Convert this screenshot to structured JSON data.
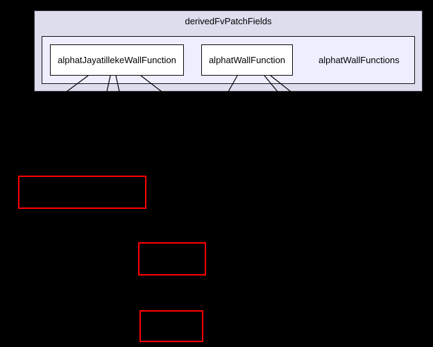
{
  "diagram": {
    "background_color": "#000000",
    "outer_cluster": {
      "label": "derivedFvPatchFields",
      "fill": "#ddddee",
      "border_color": "#3b3b46"
    },
    "inner_cluster": {
      "label": "alphatWallFunctions",
      "fill": "#eeeeff",
      "border_color": "#101018"
    },
    "nodes": [
      {
        "label": "alphatJayatillekeWallFunction",
        "fill": "#ffffff"
      },
      {
        "label": "alphatWallFunction",
        "fill": "#ffffff"
      }
    ],
    "truncated_nodes": [
      {
        "border_color": "#ff0000"
      },
      {
        "border_color": "#ff0000"
      },
      {
        "border_color": "#ff0000"
      }
    ],
    "edge_color": "#000000",
    "edge_stubs": [
      [
        127,
        109,
        96,
        132
      ],
      [
        159,
        109,
        154,
        132
      ],
      [
        167,
        109,
        172,
        132
      ],
      [
        203,
        109,
        233,
        132
      ],
      [
        342,
        109,
        329,
        132
      ],
      [
        381,
        109,
        400,
        132
      ],
      [
        390,
        109,
        419,
        132
      ]
    ]
  }
}
